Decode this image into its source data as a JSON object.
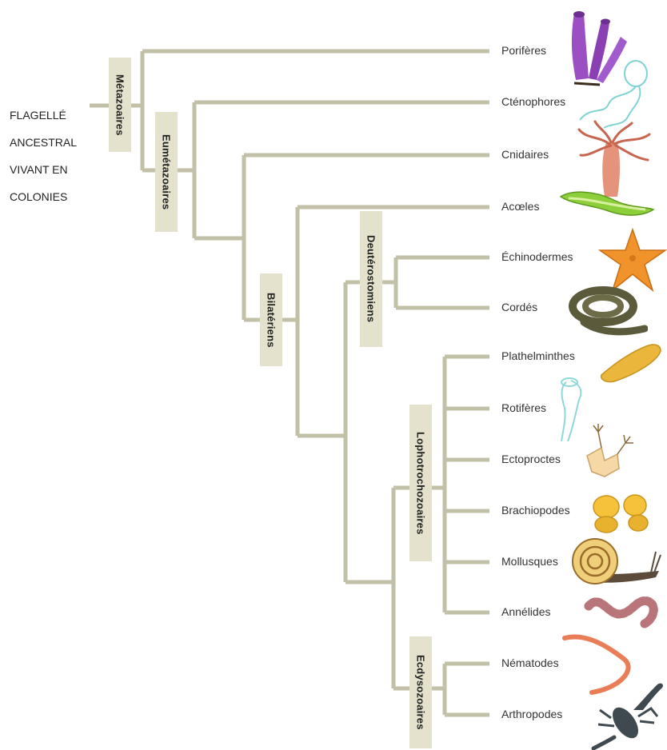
{
  "root": {
    "lines": [
      "FLAGELLÉ",
      "ANCESTRAL",
      "VIVANT EN",
      "COLONIES"
    ]
  },
  "clades": {
    "metazoaires": "Métazoaires",
    "eumetazoaires": "Eumétazoaires",
    "bilateriens": "Bilatériens",
    "deuterostomiens": "Deutérostomiens",
    "lophotrochozoaires": "Lophotrochozoaires",
    "ecdysozoaires": "Ecdysozoaires"
  },
  "taxa": [
    {
      "name": "Porifères",
      "icon": "sponge-icon"
    },
    {
      "name": "Cténophores",
      "icon": "comb-jelly-icon"
    },
    {
      "name": "Cnidaires",
      "icon": "cnidarian-icon"
    },
    {
      "name": "Acœles",
      "icon": "flatworm-green-icon"
    },
    {
      "name": "Échinodermes",
      "icon": "starfish-icon"
    },
    {
      "name": "Cordés",
      "icon": "snake-icon"
    },
    {
      "name": "Plathelminthes",
      "icon": "flatworm-icon"
    },
    {
      "name": "Rotifères",
      "icon": "rotifer-icon"
    },
    {
      "name": "Ectoproctes",
      "icon": "bryozoan-icon"
    },
    {
      "name": "Brachiopodes",
      "icon": "brachiopod-icon"
    },
    {
      "name": "Mollusques",
      "icon": "snail-icon"
    },
    {
      "name": "Annélides",
      "icon": "earthworm-icon"
    },
    {
      "name": "Nématodes",
      "icon": "nematode-icon"
    },
    {
      "name": "Arthropodes",
      "icon": "crayfish-icon"
    }
  ],
  "colors": {
    "branch": "#c2c0a6",
    "label_box": "#e4e1cc"
  }
}
